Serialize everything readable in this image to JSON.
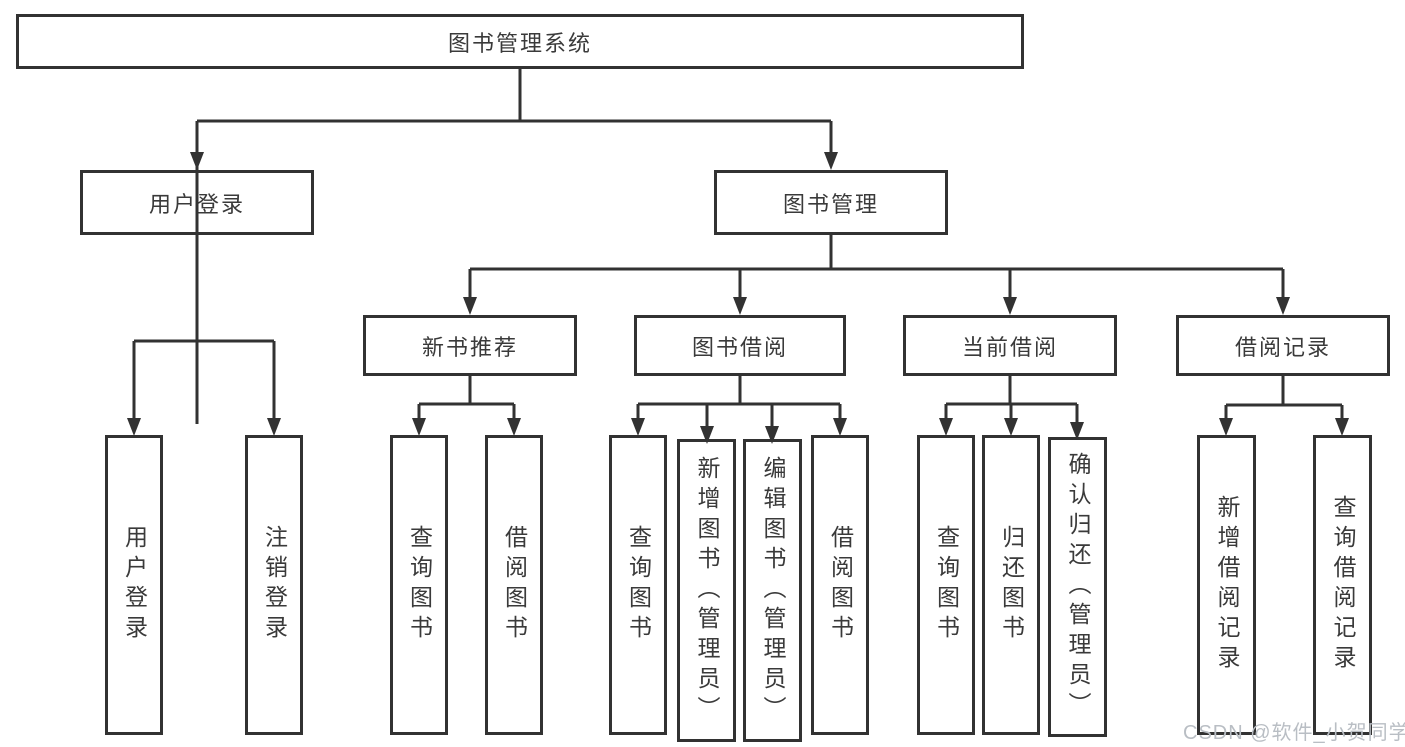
{
  "tree": {
    "label": "图书管理系统",
    "children": [
      {
        "label": "用户登录",
        "children": [
          {
            "label": "用户登录"
          },
          {
            "label": "注销登录"
          }
        ]
      },
      {
        "label": "图书管理",
        "children": [
          {
            "label": "新书推荐",
            "children": [
              {
                "label": "查询图书"
              },
              {
                "label": "借阅图书"
              }
            ]
          },
          {
            "label": "图书借阅",
            "children": [
              {
                "label": "查询图书"
              },
              {
                "label": "新增图书（管理员）"
              },
              {
                "label": "编辑图书（管理员）"
              },
              {
                "label": "借阅图书"
              }
            ]
          },
          {
            "label": "当前借阅",
            "children": [
              {
                "label": "查询图书"
              },
              {
                "label": "归还图书"
              },
              {
                "label": "确认归还（管理员）"
              }
            ]
          },
          {
            "label": "借阅记录",
            "children": [
              {
                "label": "新增借阅记录"
              },
              {
                "label": "查询借阅记录"
              }
            ]
          }
        ]
      }
    ]
  },
  "watermark": "CSDN @软件_小贺同学",
  "colors": {
    "line": "#323232",
    "text": "#3a3a3a",
    "watermark": "#b9bec4",
    "background": "#ffffff"
  }
}
